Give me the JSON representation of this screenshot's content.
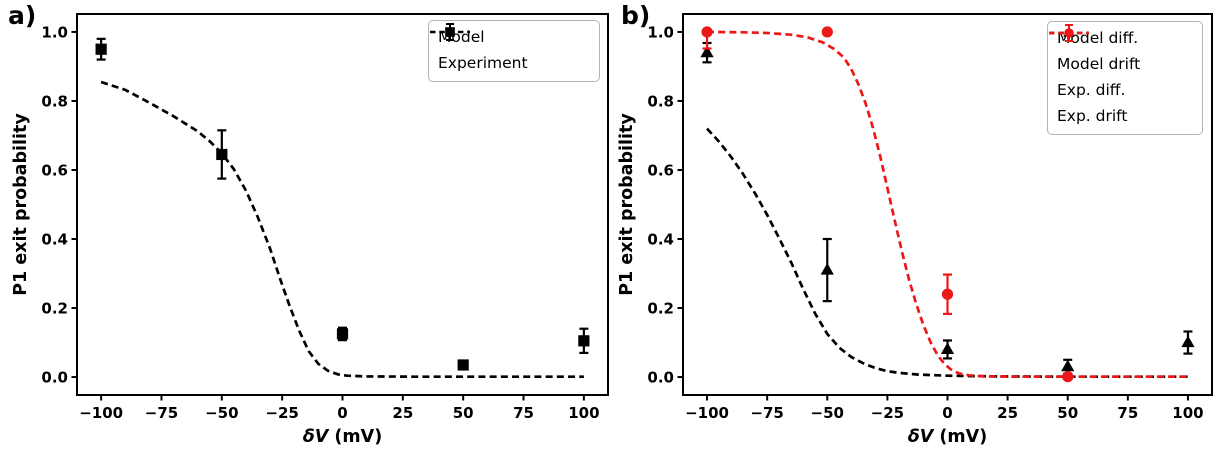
{
  "figure": {
    "background": "#ffffff"
  },
  "colors": {
    "black": "#000000",
    "red": "#ee1717",
    "legend_border": "#b4b4b4"
  },
  "chart_data": [
    {
      "type": "line",
      "panel_label": "a)",
      "title": "",
      "xlabel": "δV (mV)",
      "xlabel_italic": "δV",
      "xlabel_rest": " (mV)",
      "ylabel": "P1 exit probability",
      "xlim": [
        -110,
        110
      ],
      "ylim": [
        -0.052,
        1.052
      ],
      "xticks": [
        -100,
        -75,
        -50,
        -25,
        0,
        25,
        50,
        75,
        100
      ],
      "xtick_labels": [
        "−100",
        "−75",
        "−50",
        "−25",
        "0",
        "25",
        "50",
        "75",
        "100"
      ],
      "yticks": [
        0.0,
        0.2,
        0.4,
        0.6,
        0.8,
        1.0
      ],
      "ytick_labels": [
        "0.0",
        "0.2",
        "0.4",
        "0.6",
        "0.8",
        "1.0"
      ],
      "grid": false,
      "legend_position": "upper right",
      "series": [
        {
          "name": "Model",
          "kind": "line",
          "linestyle": "dashed",
          "color": "#000000",
          "points": [
            [
              -100,
              0.855
            ],
            [
              -90,
              0.832
            ],
            [
              -80,
              0.795
            ],
            [
              -70,
              0.756
            ],
            [
              -60,
              0.712
            ],
            [
              -55,
              0.683
            ],
            [
              -50,
              0.648
            ],
            [
              -45,
              0.602
            ],
            [
              -40,
              0.54
            ],
            [
              -35,
              0.462
            ],
            [
              -30,
              0.372
            ],
            [
              -26,
              0.288
            ],
            [
              -22,
              0.208
            ],
            [
              -18,
              0.135
            ],
            [
              -14,
              0.075
            ],
            [
              -10,
              0.038
            ],
            [
              -6,
              0.018
            ],
            [
              -2,
              0.008
            ],
            [
              2,
              0.004
            ],
            [
              10,
              0.002
            ],
            [
              30,
              0.001
            ],
            [
              60,
              0.001
            ],
            [
              100,
              0.001
            ]
          ]
        },
        {
          "name": "Experiment",
          "kind": "scatter",
          "marker": "square",
          "color": "#000000",
          "x": [
            -100,
            -50,
            0,
            50,
            100
          ],
          "y": [
            0.95,
            0.645,
            0.125,
            0.035,
            0.105
          ],
          "yerr": [
            0.03,
            0.07,
            0.018,
            0.012,
            0.035
          ]
        }
      ]
    },
    {
      "type": "line",
      "panel_label": "b)",
      "title": "",
      "xlabel": "δV (mV)",
      "xlabel_italic": "δV",
      "xlabel_rest": " (mV)",
      "ylabel": "P1 exit probability",
      "xlim": [
        -110,
        110
      ],
      "ylim": [
        -0.052,
        1.052
      ],
      "xticks": [
        -100,
        -75,
        -50,
        -25,
        0,
        25,
        50,
        75,
        100
      ],
      "xtick_labels": [
        "−100",
        "−75",
        "−50",
        "−25",
        "0",
        "25",
        "50",
        "75",
        "100"
      ],
      "yticks": [
        0.0,
        0.2,
        0.4,
        0.6,
        0.8,
        1.0
      ],
      "ytick_labels": [
        "0.0",
        "0.2",
        "0.4",
        "0.6",
        "0.8",
        "1.0"
      ],
      "grid": false,
      "legend_position": "upper right",
      "series": [
        {
          "name": "Model diff.",
          "kind": "line",
          "linestyle": "dashed",
          "color": "#000000",
          "points": [
            [
              -100,
              0.72
            ],
            [
              -95,
              0.682
            ],
            [
              -90,
              0.638
            ],
            [
              -85,
              0.588
            ],
            [
              -80,
              0.532
            ],
            [
              -75,
              0.47
            ],
            [
              -70,
              0.402
            ],
            [
              -65,
              0.332
            ],
            [
              -60,
              0.255
            ],
            [
              -55,
              0.183
            ],
            [
              -50,
              0.125
            ],
            [
              -45,
              0.085
            ],
            [
              -40,
              0.058
            ],
            [
              -35,
              0.04
            ],
            [
              -30,
              0.026
            ],
            [
              -25,
              0.017
            ],
            [
              -20,
              0.012
            ],
            [
              -12,
              0.007
            ],
            [
              0,
              0.004
            ],
            [
              20,
              0.002
            ],
            [
              50,
              0.001
            ],
            [
              100,
              0.001
            ]
          ]
        },
        {
          "name": "Model drift",
          "kind": "line",
          "linestyle": "dashed",
          "color": "#ee1717",
          "points": [
            [
              -100,
              1.0
            ],
            [
              -85,
              0.999
            ],
            [
              -75,
              0.997
            ],
            [
              -65,
              0.992
            ],
            [
              -58,
              0.984
            ],
            [
              -52,
              0.97
            ],
            [
              -47,
              0.95
            ],
            [
              -43,
              0.925
            ],
            [
              -40,
              0.892
            ],
            [
              -37,
              0.848
            ],
            [
              -34,
              0.792
            ],
            [
              -31,
              0.722
            ],
            [
              -28,
              0.64
            ],
            [
              -25,
              0.548
            ],
            [
              -22,
              0.455
            ],
            [
              -19,
              0.365
            ],
            [
              -16,
              0.283
            ],
            [
              -13,
              0.212
            ],
            [
              -10,
              0.15
            ],
            [
              -7,
              0.1
            ],
            [
              -4,
              0.062
            ],
            [
              -1,
              0.036
            ],
            [
              2,
              0.019
            ],
            [
              5,
              0.01
            ],
            [
              9,
              0.005
            ],
            [
              15,
              0.002
            ],
            [
              30,
              0.001
            ],
            [
              60,
              0.001
            ],
            [
              100,
              0.001
            ]
          ]
        },
        {
          "name": "Exp. diff.",
          "kind": "scatter",
          "marker": "triangle",
          "color": "#000000",
          "x": [
            -100,
            -50,
            0,
            50,
            100
          ],
          "y": [
            0.94,
            0.31,
            0.08,
            0.03,
            0.1
          ],
          "yerr": [
            0.028,
            0.09,
            0.026,
            0.02,
            0.032
          ]
        },
        {
          "name": "Exp. drift",
          "kind": "scatter",
          "marker": "circle",
          "color": "#ee1717",
          "x": [
            -100,
            -50,
            0,
            50
          ],
          "y": [
            1.0,
            1.0,
            0.24,
            0.001
          ],
          "yerr_lo": [
            0.048,
            0,
            0.057,
            0
          ],
          "yerr_hi": [
            0.0,
            0,
            0.057,
            0
          ]
        }
      ]
    }
  ]
}
